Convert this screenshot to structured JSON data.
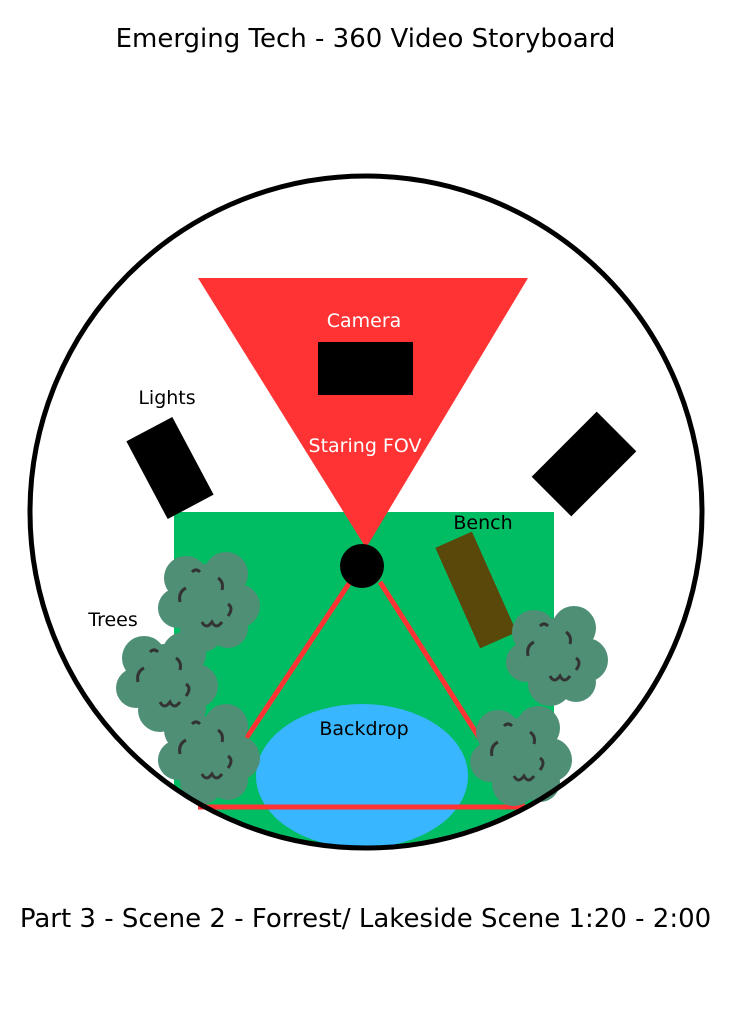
{
  "title": "Emerging Tech - 360 Video Storyboard",
  "caption": "Part 3 - Scene 2 - Forrest/ Lakeside Scene 1:20  - 2:00",
  "labels": {
    "camera": "Camera",
    "fov": "Staring FOV",
    "lights": "Lights",
    "bench": "Bench",
    "trees": "Trees",
    "backdrop": "Backdrop"
  },
  "colors": {
    "fov": "#FF3333",
    "grass": "#00BD63",
    "tree": "#4E8F76",
    "bench": "#5A470A",
    "backdrop": "#38B6FF"
  }
}
